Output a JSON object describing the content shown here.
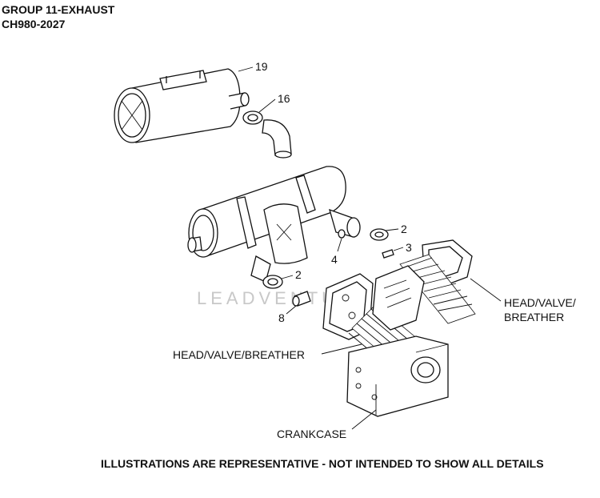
{
  "header": {
    "group_title": "GROUP 11-EXHAUST",
    "model": "CH980-2027"
  },
  "callouts": {
    "c19": "19",
    "c16": "16",
    "c2a": "2",
    "c3": "3",
    "c4": "4",
    "c2b": "2",
    "c8": "8"
  },
  "labels": {
    "head_right_1": "HEAD/VALVE/",
    "head_right_2": "BREATHER",
    "head_left": "HEAD/VALVE/BREATHER",
    "crankcase": "CRANKCASE"
  },
  "watermark": "LEADVENTURE",
  "footer": "ILLUSTRATIONS ARE REPRESENTATIVE - NOT INTENDED TO SHOW ALL DETAILS"
}
